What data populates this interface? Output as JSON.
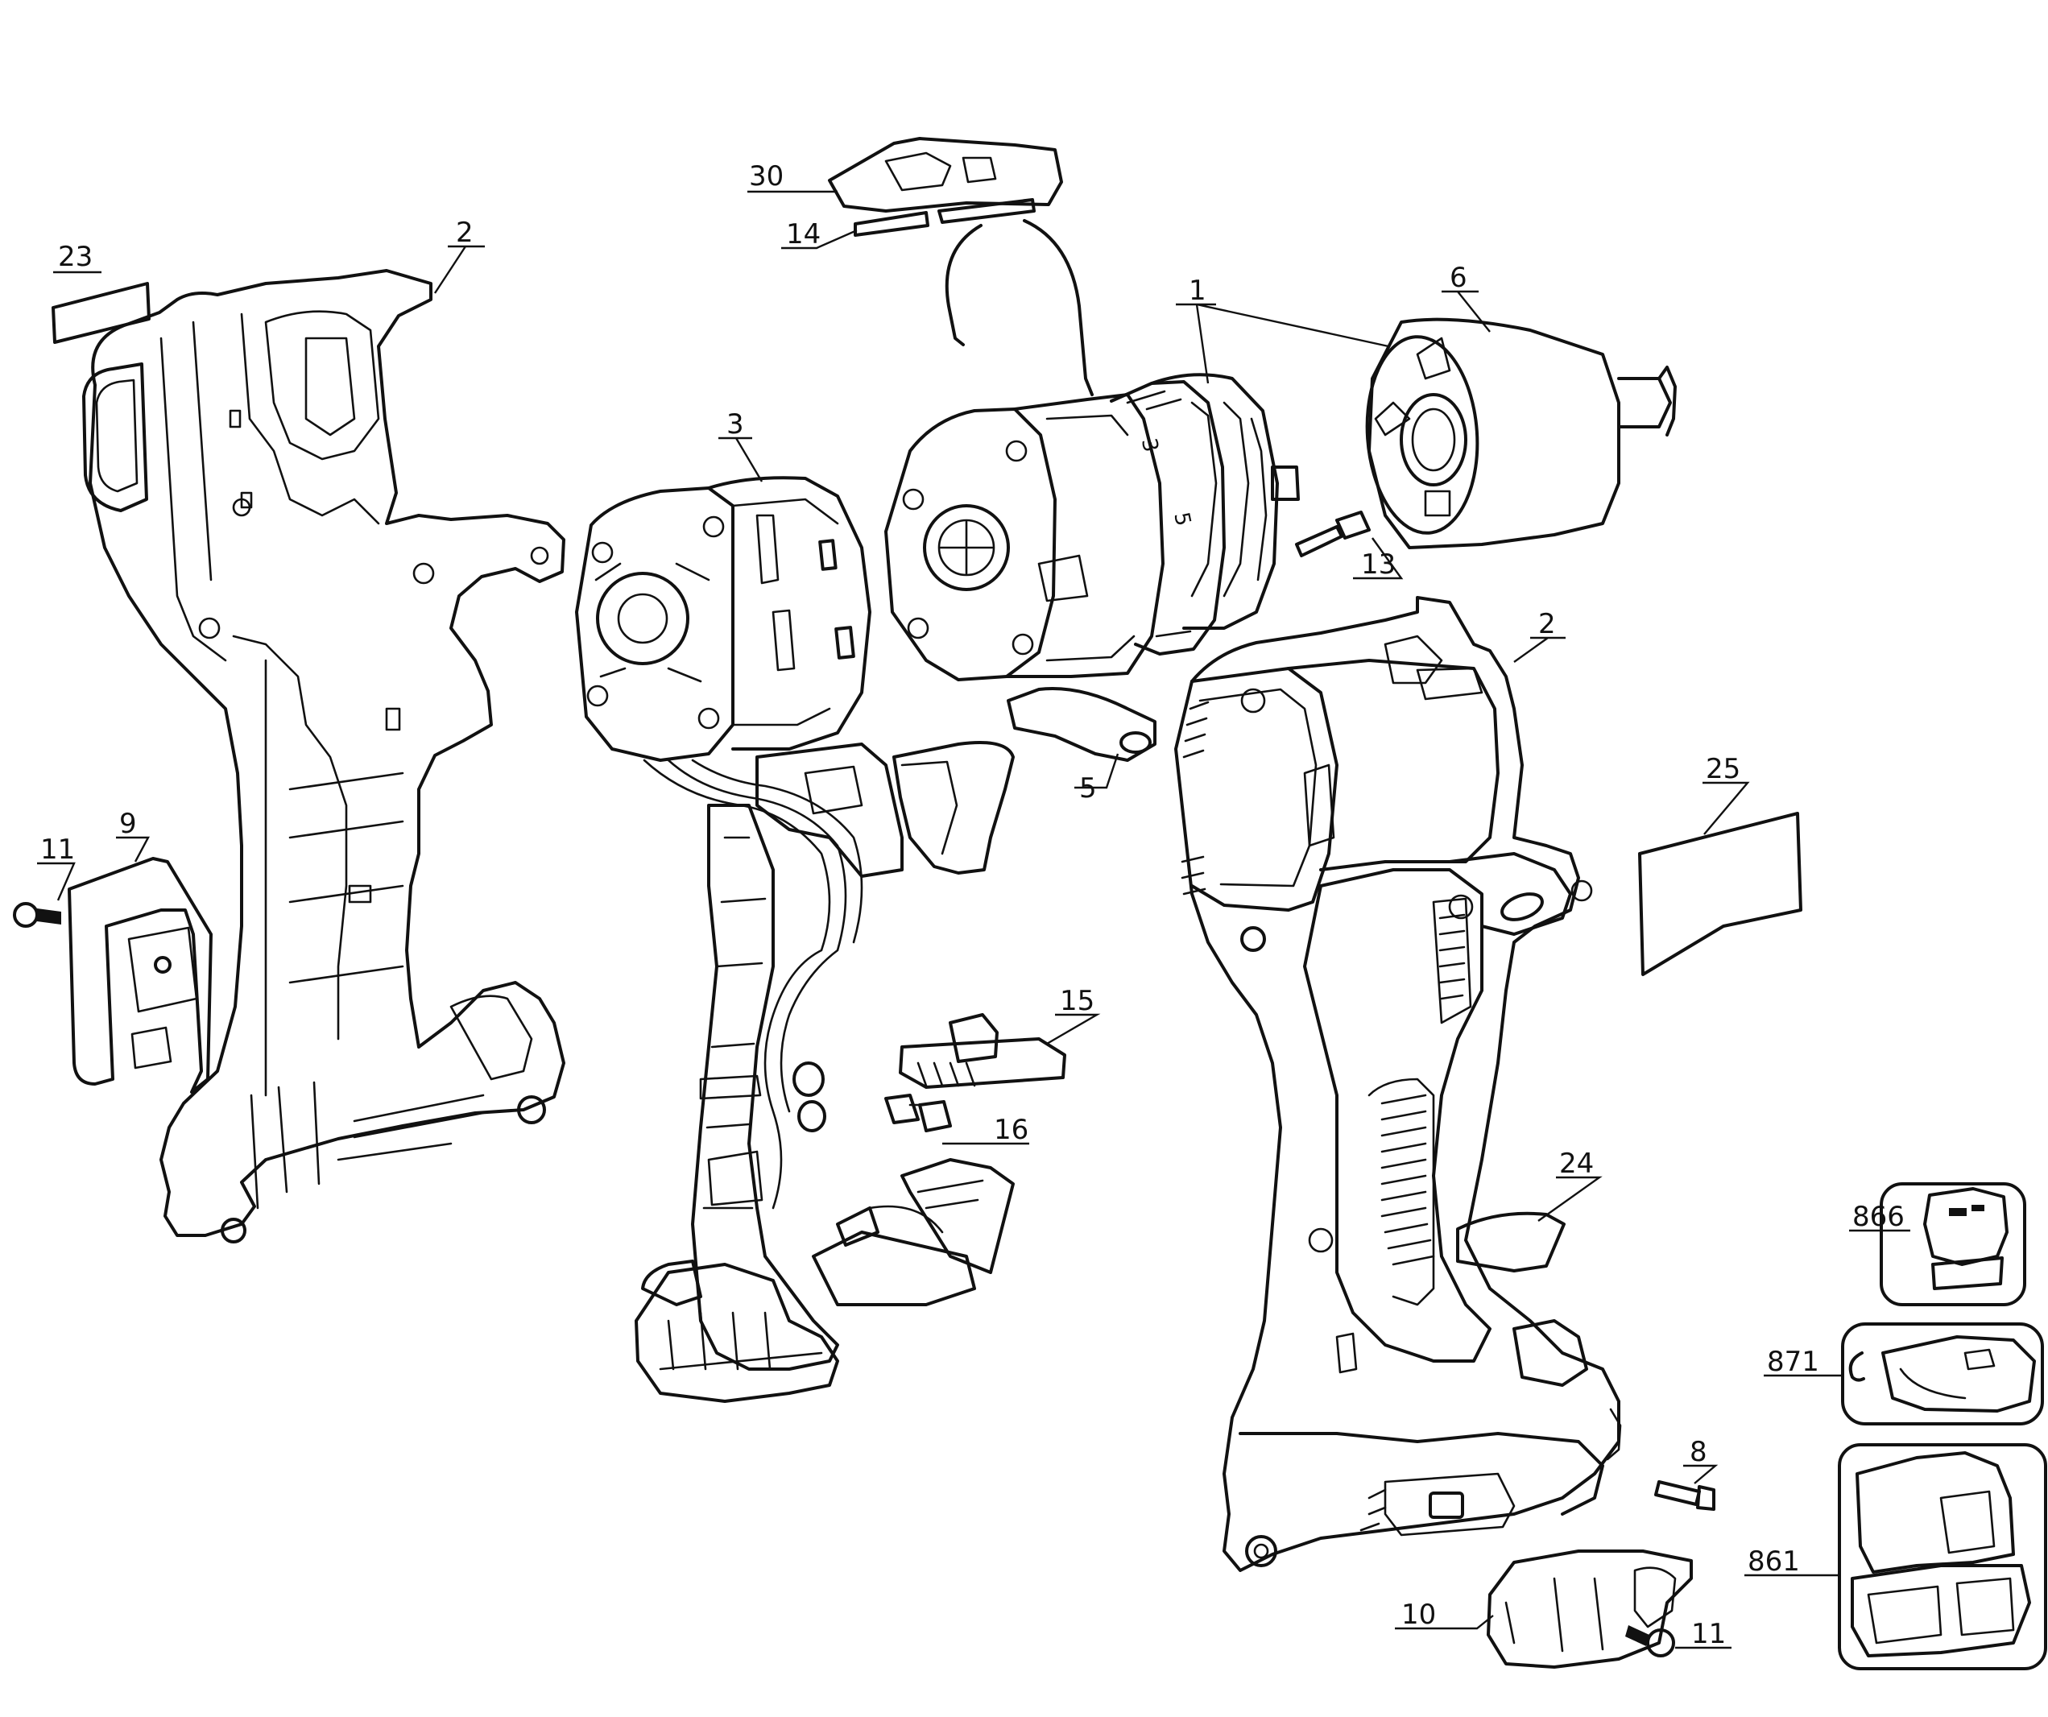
{
  "callouts": {
    "c1": "1",
    "c2a": "2",
    "c2b": "2",
    "c3": "3",
    "c5": "5",
    "c6": "6",
    "c8": "8",
    "c9": "9",
    "c10": "10",
    "c11a": "11",
    "c11b": "11",
    "c13": "13",
    "c14": "14",
    "c15": "15",
    "c16": "16",
    "c23": "23",
    "c24": "24",
    "c25": "25",
    "c30": "30",
    "c861": "861",
    "c866": "866",
    "c871": "871"
  },
  "dial_marks": {
    "d3": "3",
    "d5": "5"
  }
}
